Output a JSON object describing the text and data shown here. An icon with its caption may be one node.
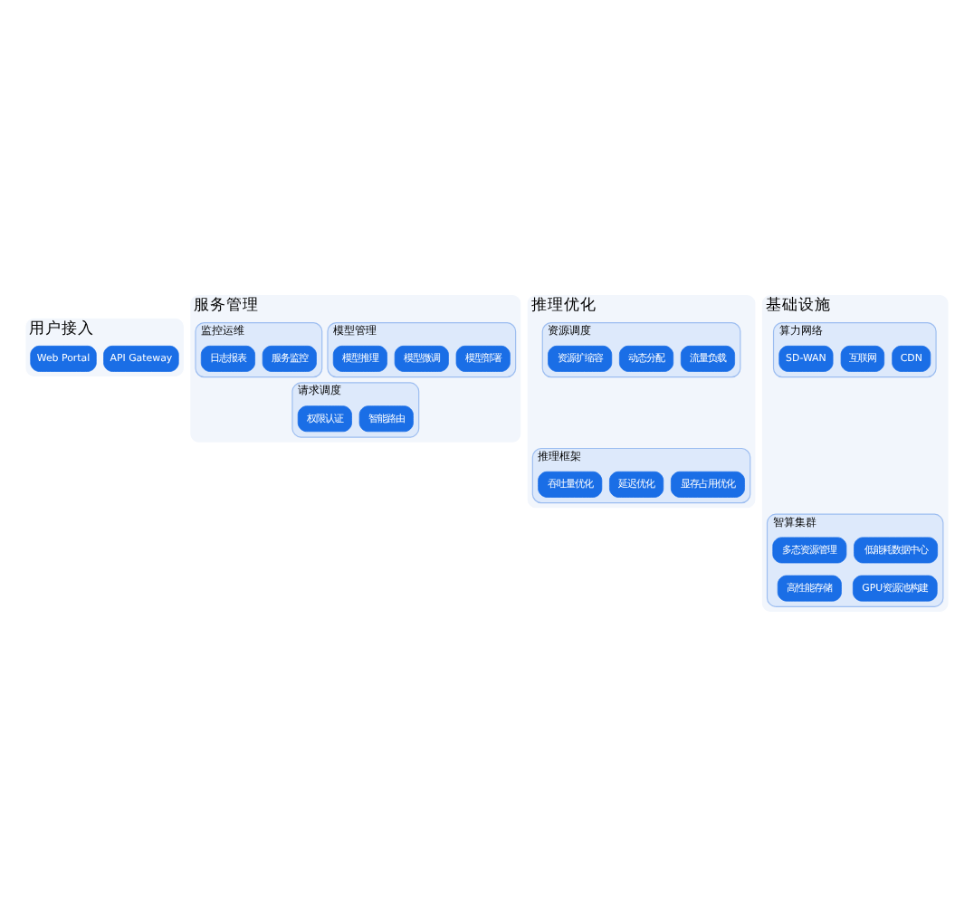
{
  "diagram": {
    "nodes": [
      {
        "text": [
          "用户接入"
        ]
      },
      {
        "text": [
          "API Gateway"
        ],
        "in": 0
      },
      {
        "text": [
          "Web Portal"
        ],
        "in": 0
      },
      {
        "text": [
          "服务管理"
        ]
      },
      {
        "text": [
          "请求调度"
        ],
        "in": 3
      },
      {
        "text": [
          "智能路由"
        ],
        "in": 4
      },
      {
        "text": [
          "权限认证"
        ],
        "in": 4
      },
      {
        "text": [
          "模型管理"
        ],
        "in": 3
      },
      {
        "text": [
          "模型部署"
        ],
        "in": 7
      },
      {
        "text": [
          "模型微调"
        ],
        "in": 7
      },
      {
        "text": [
          "模型推理"
        ],
        "in": 7
      },
      {
        "text": [
          "监控运维"
        ],
        "in": 3
      },
      {
        "text": [
          "服务监控"
        ],
        "in": 11
      },
      {
        "text": [
          "日志报表"
        ],
        "in": 11
      },
      {
        "text": [
          "推理优化"
        ]
      },
      {
        "text": [
          "推理框架"
        ],
        "in": 14
      },
      {
        "text": [
          "显存占用优化"
        ],
        "in": 15
      },
      {
        "text": [
          "延迟优化"
        ],
        "in": 15
      },
      {
        "text": [
          "吞吐量优化"
        ],
        "in": 15
      },
      {
        "text": [
          "资源调度"
        ],
        "in": 14
      },
      {
        "text": [
          "流量负载"
        ],
        "in": 19
      },
      {
        "text": [
          "动态分配"
        ],
        "in": 19
      },
      {
        "text": [
          "资源扩缩容"
        ],
        "in": 19
      },
      {
        "text": [
          "基础设施"
        ]
      },
      {
        "text": [
          "智算集群"
        ],
        "in": 23
      },
      {
        "text": [
          "低能耗数据中心"
        ],
        "in": 24
      },
      {
        "text": [
          "多态资源管理"
        ],
        "in": 24
      },
      {
        "text": [
          "GPU资源池构建"
        ],
        "in": 24
      },
      {
        "text": [
          "高性能存储"
        ],
        "in": 24
      },
      {
        "text": [
          "算力网络"
        ],
        "in": 23
      },
      {
        "text": [
          "CDN"
        ],
        "in": 29
      },
      {
        "text": [
          "互联网"
        ],
        "in": 29
      },
      {
        "text": [
          "SD-WAN"
        ],
        "in": 29
      }
    ]
  }
}
